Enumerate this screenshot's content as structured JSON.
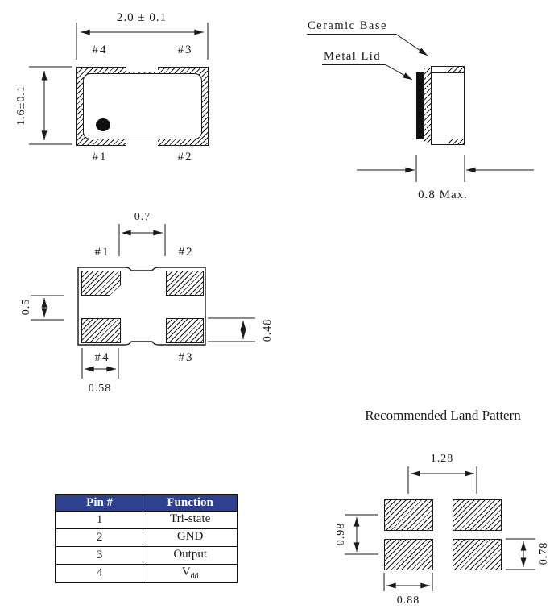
{
  "colors": {
    "ink": "#1a1a1a",
    "table_header_bg": "#2e4191",
    "table_header_text": "#ffffff"
  },
  "top_view": {
    "width_dim": "2.0 ± 0.1",
    "height_dim": "1.6±0.1",
    "pin_top_left": "#4",
    "pin_top_right": "#3",
    "pin_bottom_left": "#1",
    "pin_bottom_right": "#2"
  },
  "side_view": {
    "ceramic_base_label": "Ceramic Base",
    "metal_lid_label": "Metal Lid",
    "height_dim": "0.8 Max."
  },
  "bottom_view": {
    "pin_top_left": "#1",
    "pin_top_right": "#2",
    "pin_bottom_left": "#4",
    "pin_bottom_right": "#3",
    "dim_top": "0.7",
    "dim_left": "0.5",
    "dim_right": "0.48",
    "dim_bottom": "0.58"
  },
  "land_pattern": {
    "title": "Recommended Land Pattern",
    "dim_top": "1.28",
    "dim_left": "0.98",
    "dim_right": "0.78",
    "dim_bottom": "0.88"
  },
  "pin_table": {
    "header_pin": "Pin #",
    "header_function": "Function",
    "rows": [
      {
        "pin": "1",
        "function": "Tri-state",
        "function_sub": ""
      },
      {
        "pin": "2",
        "function": "GND",
        "function_sub": ""
      },
      {
        "pin": "3",
        "function": "Output",
        "function_sub": ""
      },
      {
        "pin": "4",
        "function": "V",
        "function_sub": "dd"
      }
    ]
  }
}
